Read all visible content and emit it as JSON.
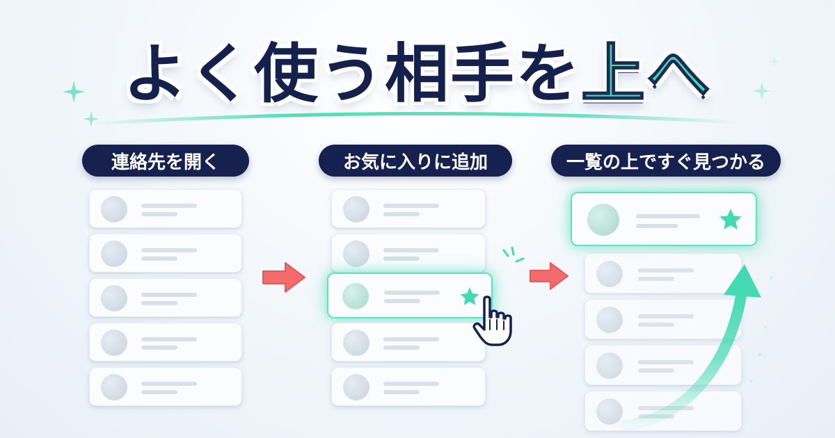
{
  "title": {
    "main": "よく使う相手を",
    "accent": "上へ"
  },
  "steps": [
    {
      "label": "連絡先を開く"
    },
    {
      "label": "お気に入りに追加"
    },
    {
      "label": "一覧の上ですぐ見つかる"
    }
  ],
  "colors": {
    "navy": "#16214f",
    "accent_mint": "#43d9b2",
    "arrow_coral": "#f36b6b",
    "card_bg": "#fbfcfe"
  },
  "icons": {
    "star": "star-icon",
    "pointer": "hand-pointer-icon",
    "next": "arrow-right-icon",
    "up": "curved-up-arrow-icon",
    "sparkle": "sparkle-icon"
  }
}
